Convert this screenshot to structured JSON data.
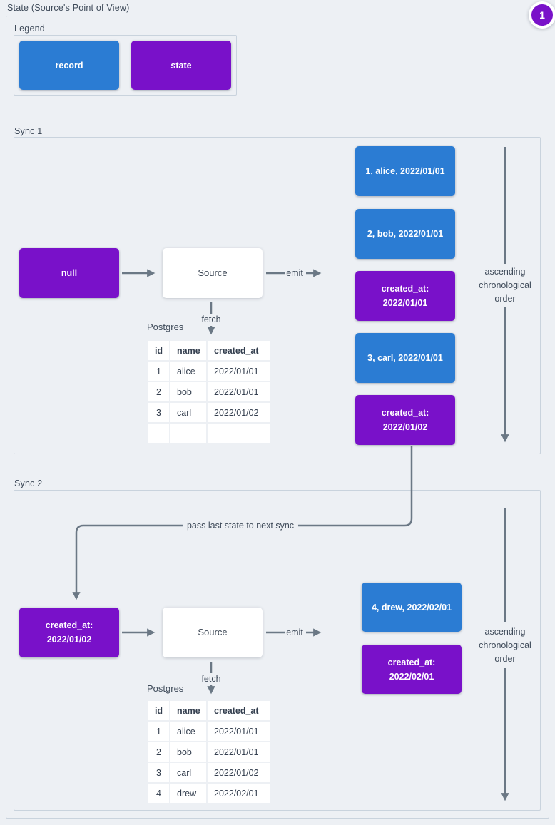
{
  "title": "State (Source's Point of View)",
  "badge": "1",
  "colors": {
    "record_blue": "#2b7cd3",
    "state_purple": "#7911c9",
    "arrow_gray": "#6b7885",
    "background": "#edf0f4",
    "frame_border": "#c9d3dd"
  },
  "legend": {
    "label": "Legend",
    "record_label": "record",
    "state_label": "state"
  },
  "order_lines": [
    "ascending",
    "chronological",
    "order"
  ],
  "pass_label": "pass last state to next sync",
  "sync1": {
    "label": "Sync 1",
    "input_state": "null",
    "source_label": "Source",
    "emit_label": "emit",
    "fetch_label": "fetch",
    "db_label": "Postgres",
    "table": {
      "headers": [
        "id",
        "name",
        "created_at"
      ],
      "rows": [
        [
          "1",
          "alice",
          "2022/01/01"
        ],
        [
          "2",
          "bob",
          "2022/01/01"
        ],
        [
          "3",
          "carl",
          "2022/01/02"
        ],
        [
          "",
          "",
          ""
        ]
      ]
    },
    "emitted": [
      {
        "label": "1, alice, 2022/01/01"
      },
      {
        "label": "2, bob, 2022/01/01"
      },
      {
        "line1": "created_at:",
        "line2": "2022/01/01"
      },
      {
        "label": "3, carl, 2022/01/01"
      },
      {
        "line1": "created_at:",
        "line2": "2022/01/02"
      }
    ]
  },
  "sync2": {
    "label": "Sync 2",
    "input_state": {
      "line1": "created_at:",
      "line2": "2022/01/02"
    },
    "source_label": "Source",
    "emit_label": "emit",
    "fetch_label": "fetch",
    "db_label": "Postgres",
    "table": {
      "headers": [
        "id",
        "name",
        "created_at"
      ],
      "rows": [
        [
          "1",
          "alice",
          "2022/01/01"
        ],
        [
          "2",
          "bob",
          "2022/01/01"
        ],
        [
          "3",
          "carl",
          "2022/01/02"
        ],
        [
          "4",
          "drew",
          "2022/02/01"
        ]
      ]
    },
    "emitted": [
      {
        "label": "4, drew, 2022/02/01"
      },
      {
        "line1": "created_at:",
        "line2": "2022/02/01"
      }
    ]
  }
}
